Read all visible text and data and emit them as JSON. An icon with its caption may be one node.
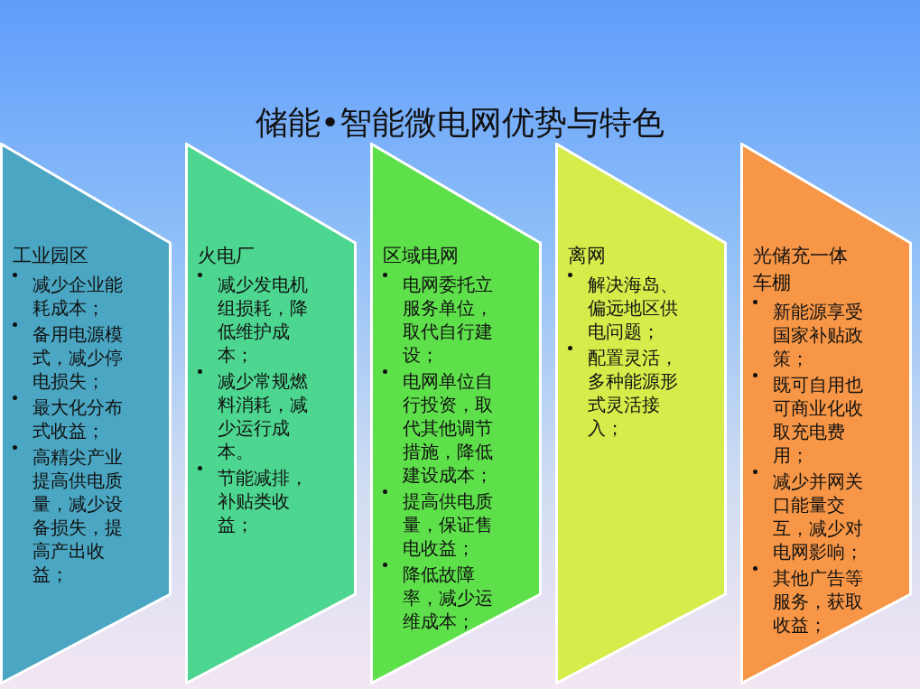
{
  "diagram": {
    "title": "储能•智能微电网优势与特色",
    "nodes": [
      {
        "text": [
          "工业园区",
          "减少企业能耗成本；",
          "备用电源模式，减少停电损失；",
          "最大化分布式收益；",
          "高精尖产业提高供电质量，减少设备损失，提高产出收益；"
        ]
      },
      {
        "text": [
          "火电厂",
          "减少发电机组损耗，降低维护成本；",
          "减少常规燃料消耗，减少运行成本。",
          "节能减排，补贴类收益；"
        ]
      },
      {
        "text": [
          "区域电网",
          "电网委托立服务单位，取代自行建设；",
          "电网单位自行投资，取代其他调节措施，降低建设成本；",
          "提高供电质量，保证售电收益；",
          "降低故障率，减少运维成本；"
        ]
      },
      {
        "text": [
          "离网",
          "解决海岛、偏远地区供电问题；",
          "配置灵活，多种能源形式灵活接入；"
        ]
      },
      {
        "text": [
          "光储充一体车棚",
          "新能源享受国家补贴政策；",
          "既可自用也可商业化收取充电费用；",
          "减少并网关口能量交互，减少对电网影响；",
          "其他广告等服务，获取收益；"
        ]
      }
    ]
  }
}
